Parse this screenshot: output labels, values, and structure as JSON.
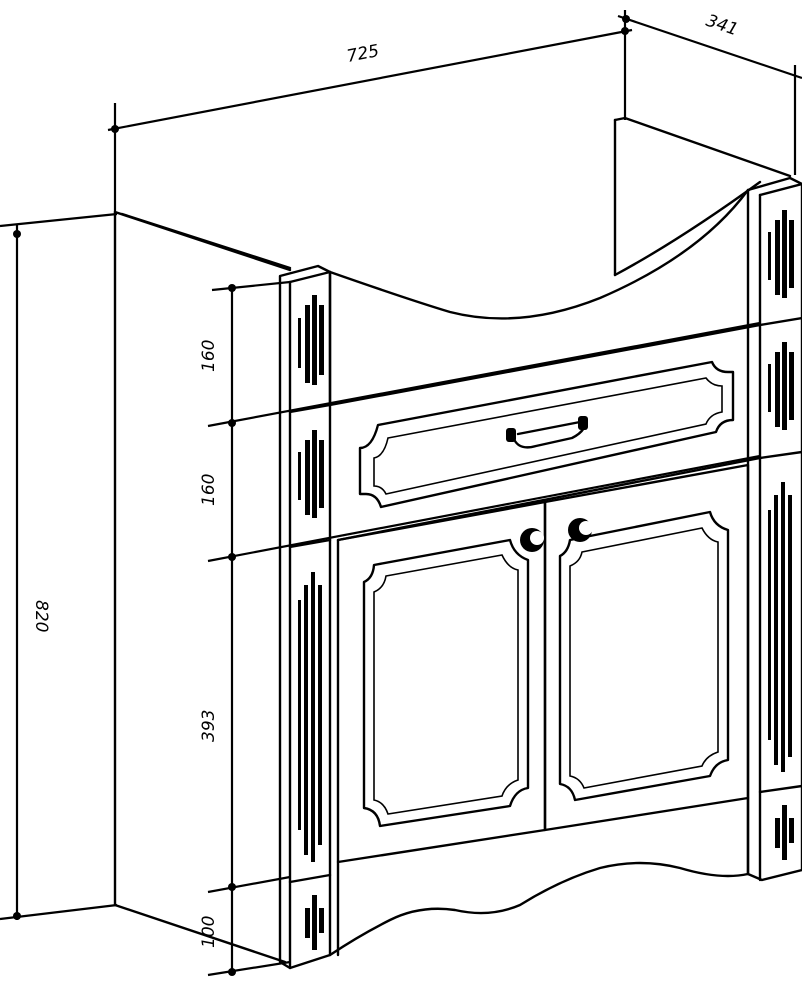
{
  "dimensions": {
    "width": "725",
    "depth": "341",
    "total_height": "820",
    "section_top": "160",
    "section_drawer": "160",
    "section_doors": "393",
    "section_plinth": "100"
  }
}
